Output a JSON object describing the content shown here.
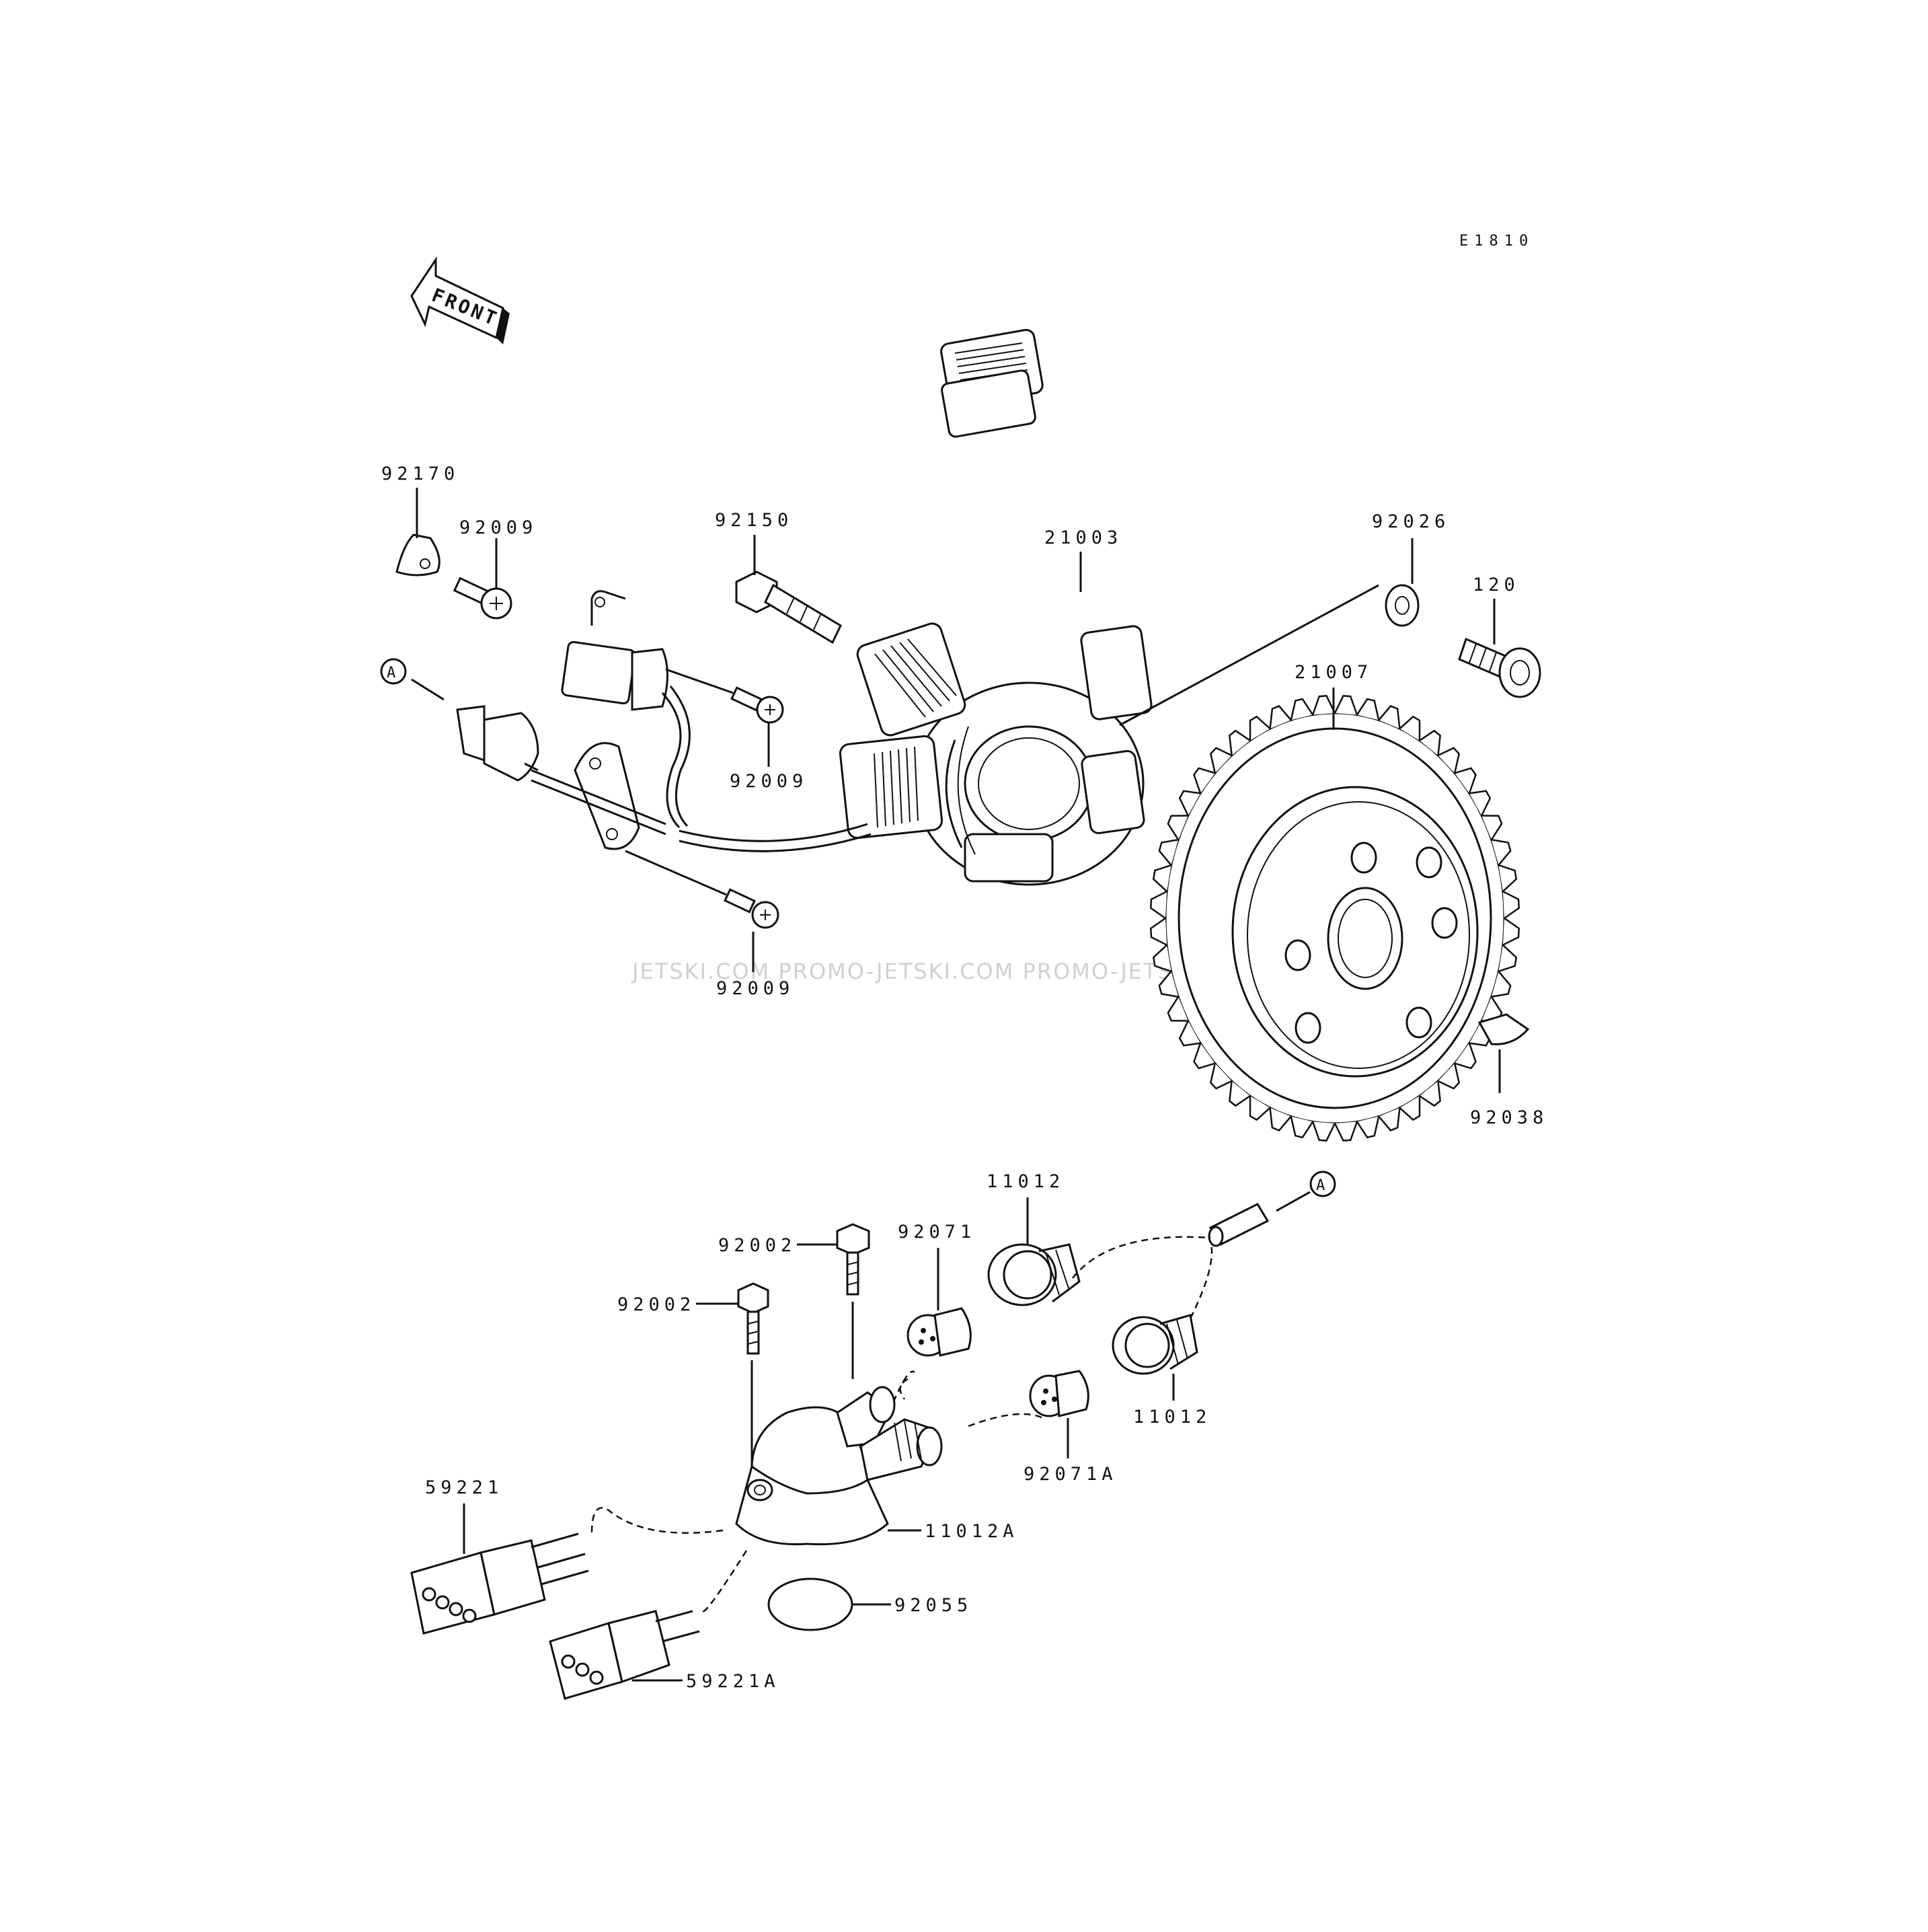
{
  "drawing_code": "E1810",
  "front_arrow": "FRONT",
  "watermark": "JETSKI.COM   PROMO-JETSKI.COM   PROMO-JETSKI.COM",
  "ref_mark": "A",
  "labels": {
    "p92170": "92170",
    "p92009a": "92009",
    "p92150": "92150",
    "p21003": "21003",
    "p92026": "92026",
    "p120": "120",
    "p21007": "21007",
    "p92009b": "92009",
    "p92009c": "92009",
    "p92038": "92038",
    "p11012a": "11012",
    "p92071": "92071",
    "p92002a": "92002",
    "p92002b": "92002",
    "p11012b": "11012",
    "p92071A": "92071A",
    "p59221": "59221",
    "p11012A": "11012A",
    "p92055": "92055",
    "p59221A": "59221A"
  }
}
